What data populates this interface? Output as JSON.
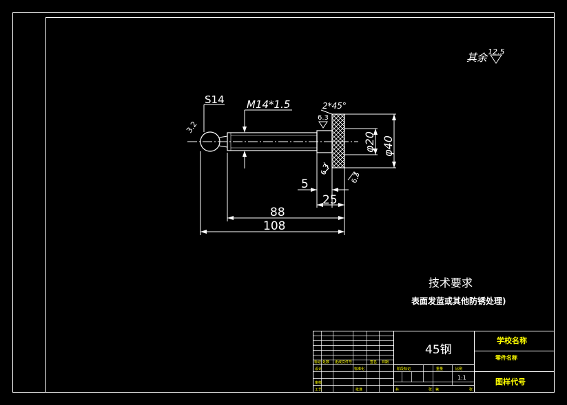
{
  "drawing": {
    "roughness_note_prefix": "其余",
    "roughness_note_value": "12.5",
    "colors": {
      "background": "#000000",
      "frame": "#ffffff",
      "dimension": "#ffffff",
      "part_outline": "#ffffff",
      "title_accent": "#ffff00",
      "knurl": "#ffffff"
    },
    "labels": {
      "sphere": "S14",
      "thread": "M14*1.5",
      "chamfer": "2*45°",
      "rough_a": "6.3",
      "rough_b": "3.2",
      "rough_c": "6.3",
      "rough_d": "6.3",
      "dia_small": "φ20",
      "dia_large": "φ40",
      "len_5": "5",
      "len_25": "25",
      "len_88": "88",
      "len_108": "108"
    },
    "tech_requirements": {
      "title": "技术要求",
      "line1": "表面发蓝或其他防锈处理)"
    }
  },
  "title_block": {
    "material": "45钢",
    "school": "学校名称",
    "part_name": "零件名称",
    "drawing_no": "图样代号",
    "scale": "1:1",
    "row_labels": {
      "mark": "标记",
      "count": "处数",
      "file": "更改文件号",
      "sign": "签名",
      "date": "日期",
      "design": "设计",
      "standard": "标准化",
      "review": "审核",
      "process": "工艺",
      "approve": "批准",
      "stage_mark": "阶段标记",
      "weight": "重量",
      "ratio": "比例",
      "sheet_total": "共",
      "sheet_unit": "张",
      "sheet_no": "第",
      "sheet_no_unit": "张"
    }
  }
}
